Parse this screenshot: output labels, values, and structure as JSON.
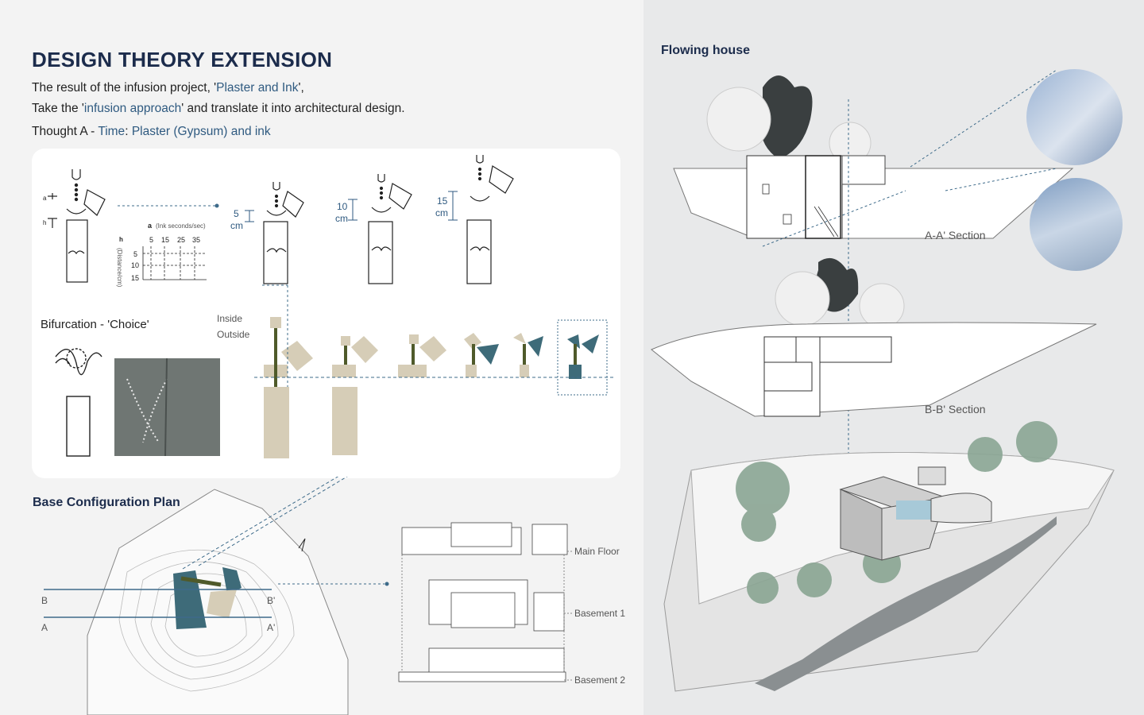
{
  "header": {
    "title": "DESIGN THEORY EXTENSION",
    "line1_pre": "The result of the infusion project, '",
    "line1_hl": "Plaster and Ink",
    "line1_post": "',",
    "line2_pre": "Take the '",
    "line2_hl": "infusion approach",
    "line2_post": "' and translate it into architectural design.",
    "line3_pre": "Thought A - ",
    "line3_hl1": "Time",
    "line3_mid": ": ",
    "line3_hl2": "Plaster (Gypsum) and ink"
  },
  "experiment": {
    "label_a": "a",
    "label_h": "h",
    "table_header": "a",
    "table_header_note": "(Ink seconds/sec)",
    "table_cols": [
      "5",
      "15",
      "25",
      "35"
    ],
    "table_row_header": "h",
    "table_rows": [
      "5",
      "10",
      "15"
    ],
    "table_side_label": "(Distance/cm)",
    "steps": [
      {
        "value": "5",
        "unit": "cm"
      },
      {
        "value": "10",
        "unit": "cm"
      },
      {
        "value": "15",
        "unit": "cm"
      }
    ]
  },
  "bifurcation": {
    "title": "Bifurcation - 'Choice'",
    "inside_label": "Inside",
    "outside_label": "Outside"
  },
  "plan": {
    "title": "Base Configuration Plan",
    "section_labels": [
      "B",
      "B'",
      "A",
      "A'"
    ]
  },
  "exploded": {
    "levels": [
      "Main Floor",
      "Basement 1",
      "Basement 2"
    ]
  },
  "flowing": {
    "title": "Flowing house",
    "section_a": "A-A' Section",
    "section_b": "B-B' Section"
  },
  "colors": {
    "navy": "#1c2c4c",
    "accent_blue": "#2f5a80",
    "teal": "#3e6b79",
    "sand": "#d6cdb7",
    "olive": "#4f5a2a"
  }
}
